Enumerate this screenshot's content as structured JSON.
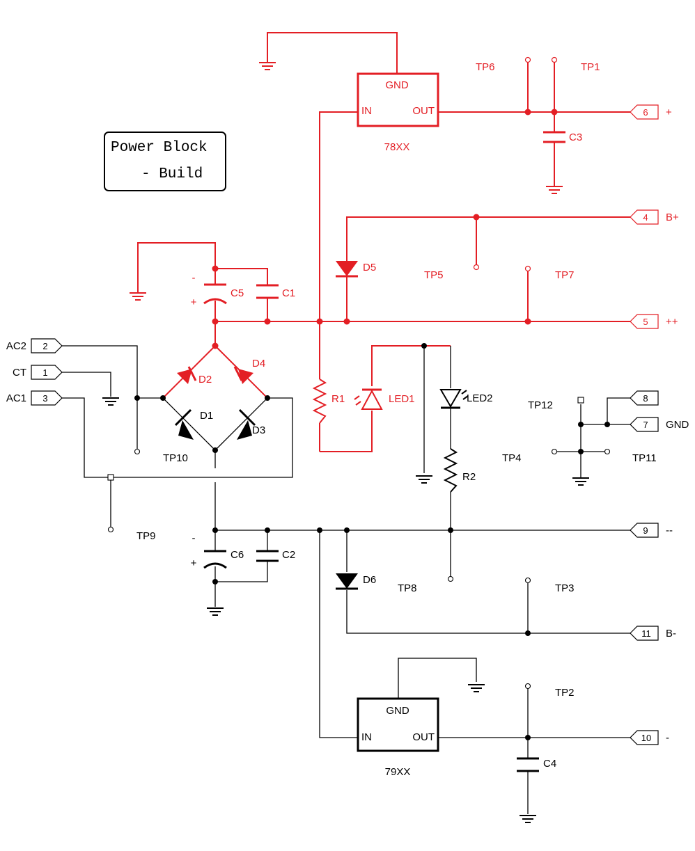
{
  "title": {
    "line1": "Power Block",
    "line2": "- Build"
  },
  "colors": {
    "highlight": "#e31e24",
    "normal": "#000000"
  },
  "regulators": {
    "pos": {
      "name": "78XX",
      "gnd": "GND",
      "in": "IN",
      "out": "OUT"
    },
    "neg": {
      "name": "79XX",
      "gnd": "GND",
      "in": "IN",
      "out": "OUT"
    }
  },
  "capacitors": {
    "c1": "C1",
    "c2": "C2",
    "c3": "C3",
    "c4": "C4",
    "c5": "C5",
    "c6": "C6"
  },
  "polarity": {
    "minus": "-",
    "plus": "+"
  },
  "diodes": {
    "d1": "D1",
    "d2": "D2",
    "d3": "D3",
    "d4": "D4",
    "d5": "D5",
    "d6": "D6"
  },
  "leds": {
    "led1": "LED1",
    "led2": "LED2"
  },
  "resistors": {
    "r1": "R1",
    "r2": "R2"
  },
  "testpoints": {
    "tp1": "TP1",
    "tp2": "TP2",
    "tp3": "TP3",
    "tp4": "TP4",
    "tp5": "TP5",
    "tp6": "TP6",
    "tp7": "TP7",
    "tp8": "TP8",
    "tp9": "TP9",
    "tp10": "TP10",
    "tp11": "TP11",
    "tp12": "TP12"
  },
  "connectors": {
    "p1": {
      "num": "1",
      "name": "CT"
    },
    "p2": {
      "num": "2",
      "name": "AC2"
    },
    "p3": {
      "num": "3",
      "name": "AC1"
    },
    "p4": {
      "num": "4",
      "name": "B+"
    },
    "p5": {
      "num": "5",
      "name": "++"
    },
    "p6": {
      "num": "6",
      "name": "+"
    },
    "p7": {
      "num": "7",
      "name": "GND"
    },
    "p8": {
      "num": "8",
      "name": ""
    },
    "p9": {
      "num": "9",
      "name": "--"
    },
    "p10": {
      "num": "10",
      "name": "-"
    },
    "p11": {
      "num": "11",
      "name": "B-"
    }
  }
}
